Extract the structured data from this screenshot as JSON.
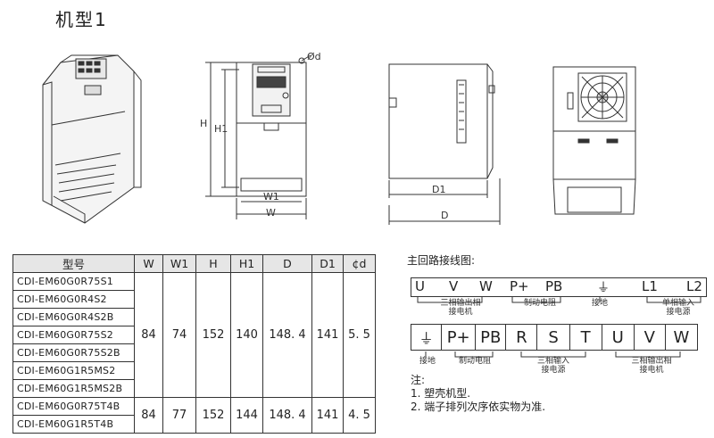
{
  "title": "机型1",
  "dims": {
    "phi_d": "Ød",
    "H": "H",
    "H1": "H1",
    "W1": "W1",
    "W": "W",
    "D1": "D1",
    "D": "D"
  },
  "table": {
    "headers": [
      "型号",
      "W",
      "W1",
      "H",
      "H1",
      "D",
      "D1",
      "¢d"
    ],
    "groups": [
      {
        "models": [
          "CDI-EM60G0R75S1",
          "CDI-EM60G0R4S2",
          "CDI-EM60G0R4S2B",
          "CDI-EM60G0R75S2",
          "CDI-EM60G0R75S2B",
          "CDI-EM60G1R5MS2",
          "CDI-EM60G1R5MS2B"
        ],
        "values": [
          "84",
          "74",
          "152",
          "140",
          "148. 4",
          "141",
          "5. 5"
        ]
      },
      {
        "models": [
          "CDI-EM60G0R75T4B",
          "CDI-EM60G1R5T4B"
        ],
        "values": [
          "84",
          "77",
          "152",
          "144",
          "148. 4",
          "141",
          "4. 5"
        ]
      }
    ]
  },
  "wiring": {
    "title": "主回路接线图:",
    "row1_terminals": [
      "U",
      "V",
      "W",
      "P+",
      "PB",
      "⏚",
      "L1",
      "L2"
    ],
    "row1_notes": [
      "三相输出相\n接电机",
      "制动电阻",
      "接地",
      "单相输入\n接电源"
    ],
    "row2_terminals": [
      "⏚",
      "P+",
      "PB",
      "R",
      "S",
      "T",
      "U",
      "V",
      "W"
    ],
    "row2_notes": [
      "接地",
      "制动电阻",
      "三相输入\n接电源",
      "三相输出相\n接电机"
    ],
    "notes": [
      "注:",
      "1. 塑壳机型.",
      "2. 端子排列次序依实物为准."
    ]
  }
}
